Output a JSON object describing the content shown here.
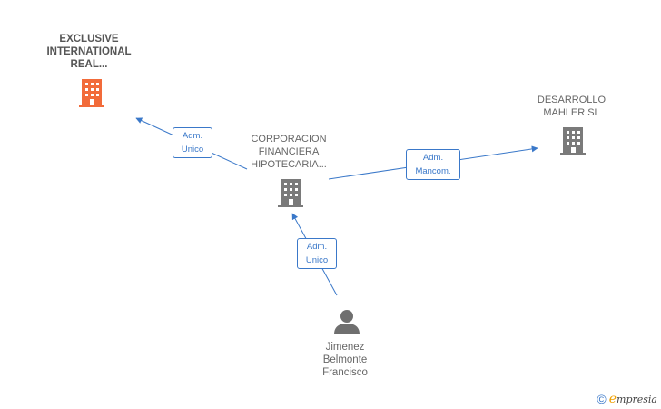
{
  "colors": {
    "accent": "#3a78c9",
    "highlight_building": "#f26b3a",
    "building": "#7a7a7a",
    "person": "#6f6f6f"
  },
  "nodes": {
    "exclusive": {
      "label": "EXCLUSIVE\nINTERNATIONAL\nREAL...",
      "icon": "building-icon"
    },
    "corporacion": {
      "label": "CORPORACION\nFINANCIERA\nHIPOTECARIA...",
      "icon": "building-icon"
    },
    "desarrollo": {
      "label": "DESARROLLO\nMAHLER  SL",
      "icon": "building-icon"
    },
    "jimenez": {
      "label": "Jimenez\nBelmonte\nFrancisco",
      "icon": "person-icon"
    }
  },
  "edges": {
    "corp_to_exclusive": {
      "line1": "Adm.",
      "line2": "Unico"
    },
    "corp_to_desarrollo": {
      "line1": "Adm.",
      "line2": "Mancom."
    },
    "jimenez_to_corp": {
      "line1": "Adm.",
      "line2": "Unico"
    }
  },
  "brand": {
    "copyright": "©",
    "e": "e",
    "name": "mpresia"
  }
}
